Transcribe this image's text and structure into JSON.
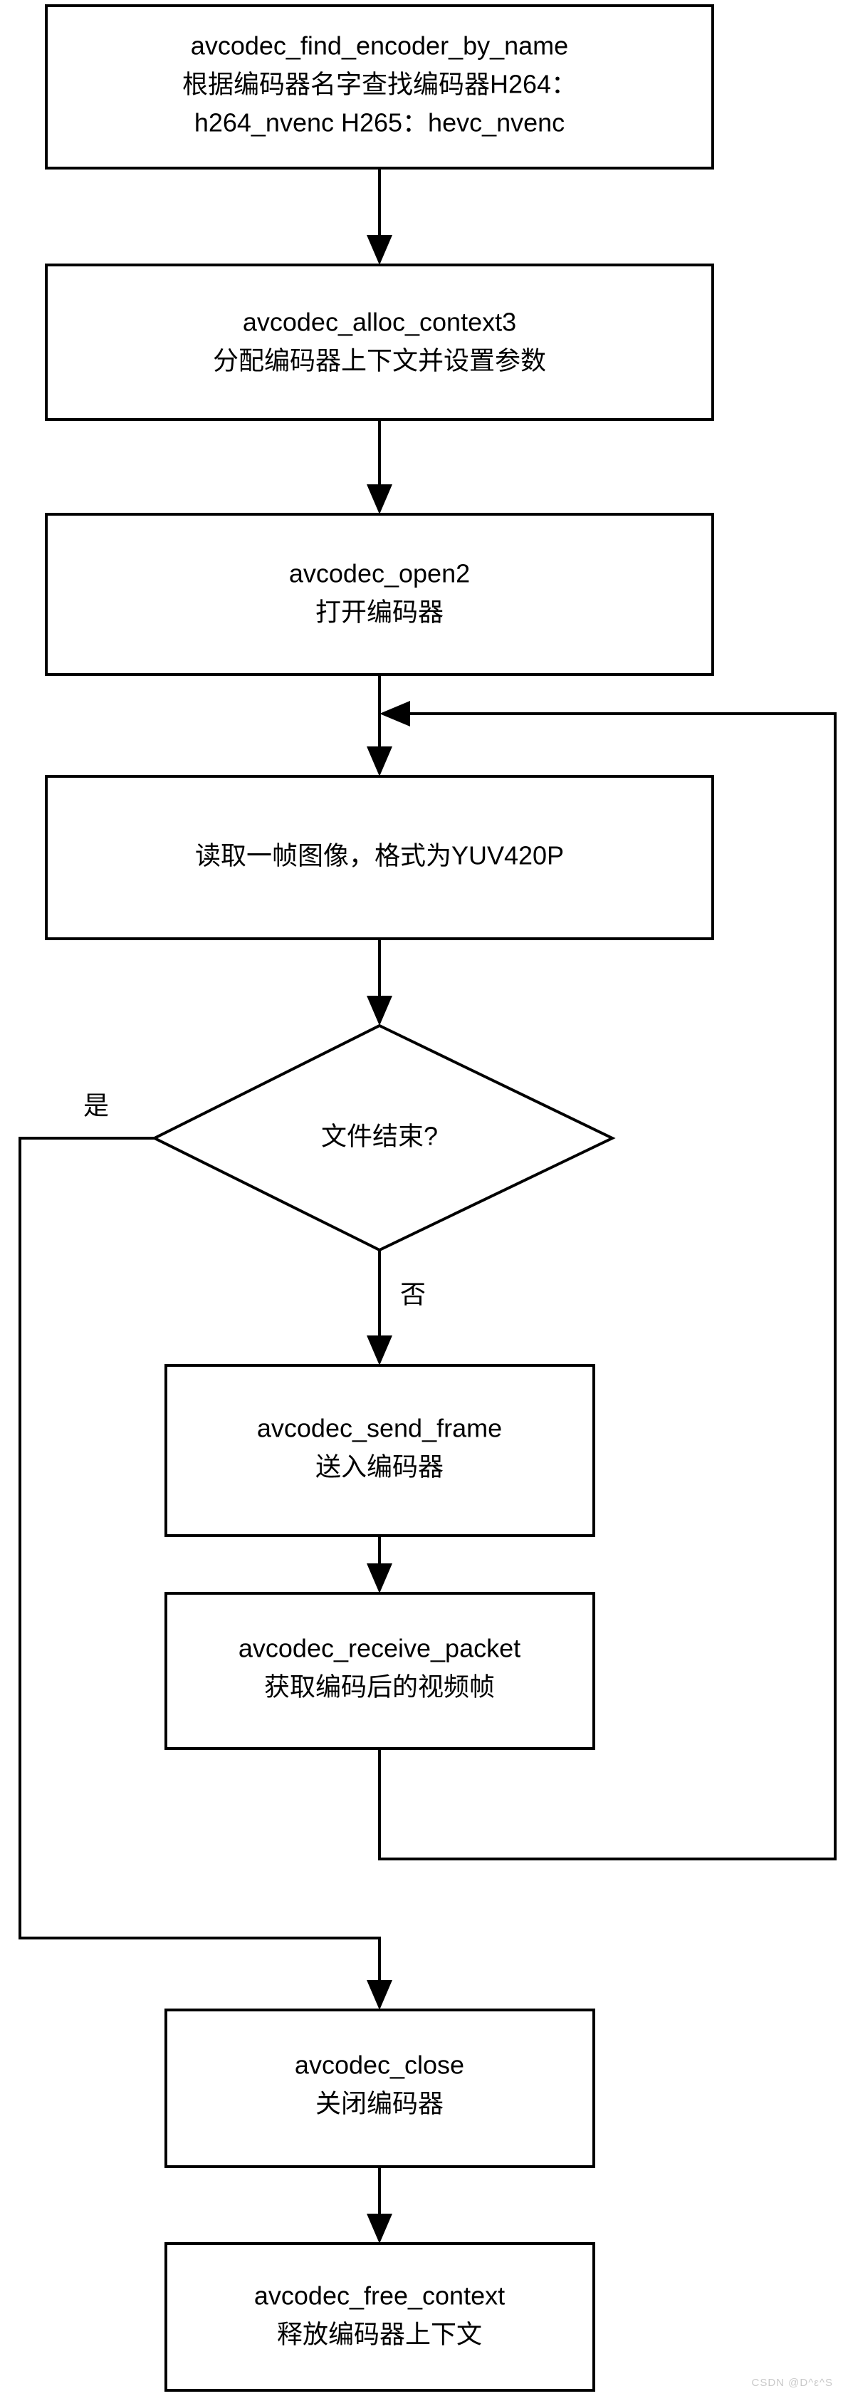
{
  "diagram": {
    "title_hidden": "",
    "background_color": "#ffffff",
    "line_color": "#000000",
    "text_color": "#000000",
    "nodes": [
      {
        "id": "find-encoder",
        "shape": "process",
        "lines": [
          "avcodec_find_encoder_by_name",
          "根据编码器名字查找编码器H264：",
          "h264_nvenc H265：hevc_nvenc"
        ]
      },
      {
        "id": "alloc-context",
        "shape": "process",
        "lines": [
          "avcodec_alloc_context3",
          "分配编码器上下文并设置参数"
        ]
      },
      {
        "id": "open-codec",
        "shape": "process",
        "lines": [
          "avcodec_open2",
          "打开编码器"
        ]
      },
      {
        "id": "read-frame",
        "shape": "process",
        "lines": [
          "读取一帧图像，格式为YUV420P"
        ]
      },
      {
        "id": "eof-decision",
        "shape": "decision",
        "lines": [
          "文件结束?"
        ]
      },
      {
        "id": "send-frame",
        "shape": "process",
        "lines": [
          "avcodec_send_frame",
          "送入编码器"
        ]
      },
      {
        "id": "receive-packet",
        "shape": "process",
        "lines": [
          "avcodec_receive_packet",
          "获取编码后的视频帧"
        ]
      },
      {
        "id": "close-codec",
        "shape": "process",
        "lines": [
          "avcodec_close",
          "关闭编码器"
        ]
      },
      {
        "id": "free-context",
        "shape": "process",
        "lines": [
          "avcodec_free_context",
          "释放编码器上下文"
        ]
      }
    ],
    "edge_labels": {
      "yes": "是",
      "no": "否"
    },
    "watermark": "CSDN @D^ε^S"
  }
}
